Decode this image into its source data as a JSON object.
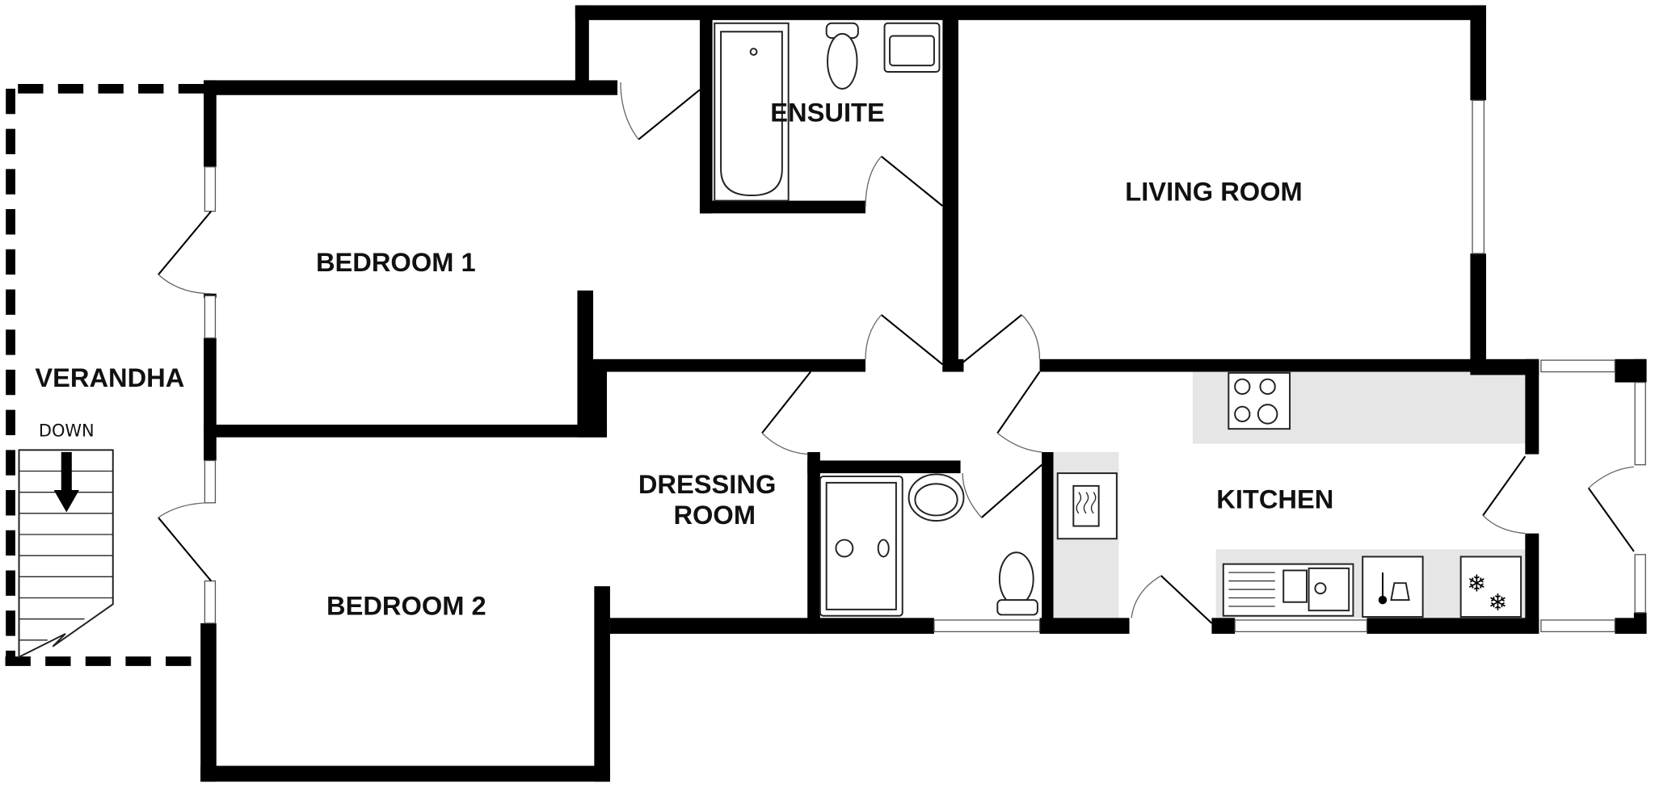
{
  "rooms": {
    "ensuite": "ENSUITE",
    "living_room": "LIVING ROOM",
    "bedroom1": "BEDROOM 1",
    "verandha": "VERANDHA",
    "dressing_room_line1": "DRESSING",
    "dressing_room_line2": "ROOM",
    "kitchen": "KITCHEN",
    "bedroom2": "BEDROOM 2"
  },
  "stairs": {
    "label": "DOWN"
  }
}
